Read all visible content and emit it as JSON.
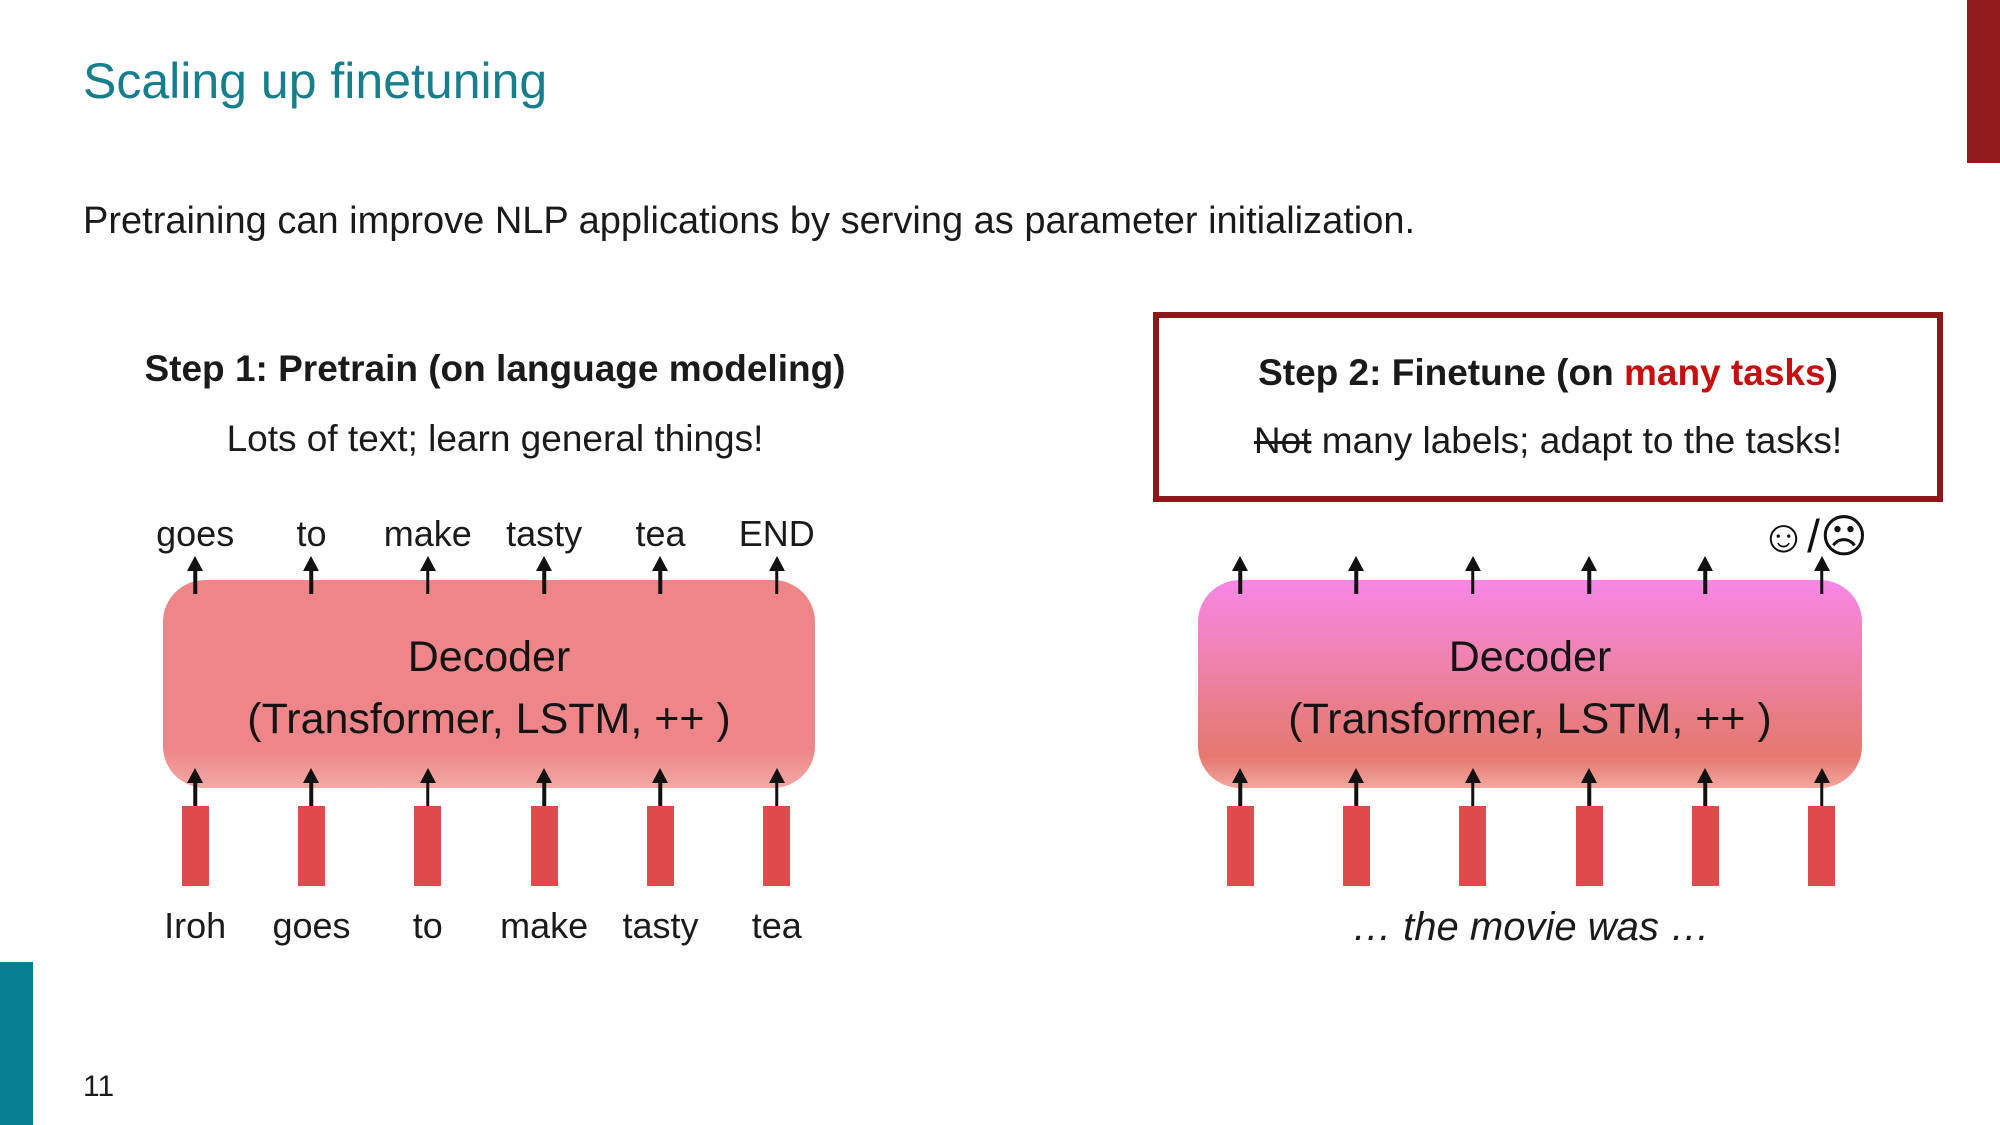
{
  "slide": {
    "title": "Scaling up finetuning",
    "lead": "Pretraining can improve NLP applications by serving as parameter initialization.",
    "page_number": "11"
  },
  "colors": {
    "accent_teal": "#177e8d",
    "footer_teal": "#077f92",
    "corner_dark_red": "#911c1c",
    "callout_border_red": "#8b1919",
    "highlight_red": "#c80f0f",
    "decoder_salmon": "#ee8689",
    "decoder_pink": "#f687e7",
    "embedding_bar_red": "#e14a4c"
  },
  "step1": {
    "heading": "Step 1: Pretrain (on language modeling)",
    "subheading": "Lots of text; learn general things!",
    "decoder_line1": "Decoder",
    "decoder_line2": "(Transformer, LSTM, ++ )",
    "output_tokens": [
      "goes",
      "to",
      "make",
      "tasty",
      "tea",
      "END"
    ],
    "input_tokens": [
      "Iroh",
      "goes",
      "to",
      "make",
      "tasty",
      "tea"
    ]
  },
  "step2": {
    "heading_prefix": "Step 2: Finetune (on ",
    "heading_highlight": "many tasks",
    "heading_suffix": ")",
    "subheading_struck": "Not",
    "subheading_rest": " many labels; adapt to the tasks!",
    "decoder_line1": "Decoder",
    "decoder_line2": "(Transformer, LSTM, ++ )",
    "sentiment_icons": "☺/☹",
    "input_caption": "… the movie was …"
  }
}
